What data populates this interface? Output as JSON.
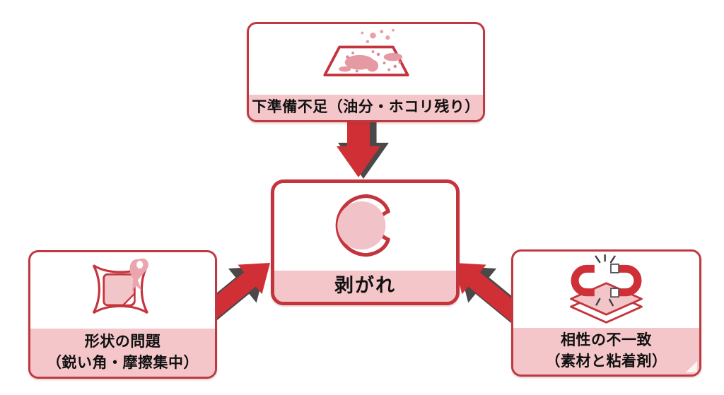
{
  "diagram": {
    "center_box": {
      "label": "剥がれ",
      "icon": "peeling-sticker-icon"
    },
    "top_box": {
      "label": "下準備不足（油分・ホコリ残り）",
      "icon": "dirty-surface-icon"
    },
    "left_box": {
      "line1": "形状の問題",
      "line2": "（鋭い角・摩擦集中）",
      "icon": "sharp-corner-sticker-icon"
    },
    "right_box": {
      "line1": "相性の不一致",
      "line2": "（素材と粘着剤）",
      "icon": "magnet-repel-layers-icon"
    },
    "arrows": [
      {
        "from": "top_box",
        "to": "center_box",
        "direction": "down"
      },
      {
        "from": "left_box",
        "to": "center_box",
        "direction": "up-right"
      },
      {
        "from": "right_box",
        "to": "center_box",
        "direction": "up-left"
      }
    ],
    "colors": {
      "background": "#ffffff",
      "box_border_red": "#bf3a40",
      "center_border_red": "#c4343c",
      "label_strip_pink": "#f4c6c9",
      "icon_pink": "#f1c3c8",
      "icon_blob_pink": "#e59aa3",
      "arrow_red": "#d02f35",
      "arrow_shadow_gray": "#4a4848",
      "text_black": "#111111"
    }
  }
}
